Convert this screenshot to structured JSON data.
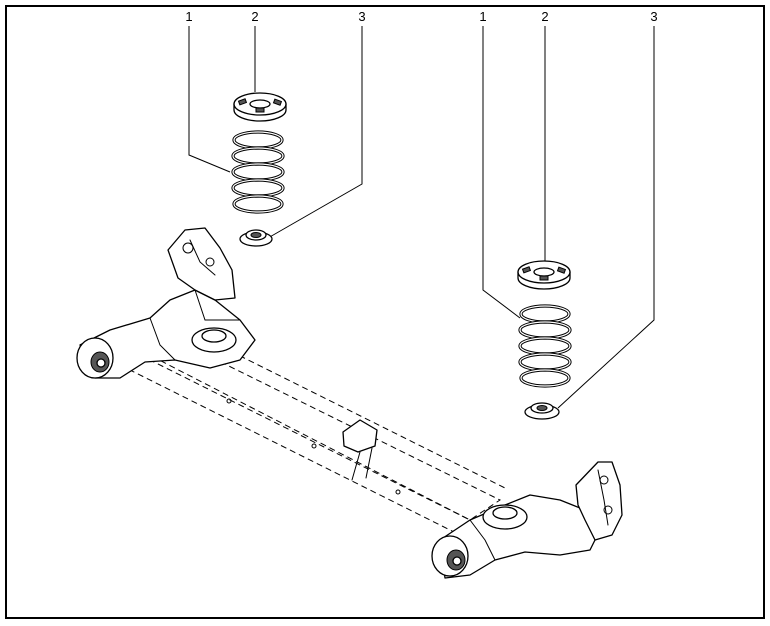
{
  "figure": {
    "callouts": [
      {
        "id": "left-1",
        "text": "1"
      },
      {
        "id": "left-2",
        "text": "2"
      },
      {
        "id": "left-3",
        "text": "3"
      },
      {
        "id": "right-1",
        "text": "1"
      },
      {
        "id": "right-2",
        "text": "2"
      },
      {
        "id": "right-3",
        "text": "3"
      }
    ],
    "parts": [
      "coil-spring",
      "upper-spring-seat",
      "lower-spring-insulator",
      "rear-axle-beam"
    ]
  }
}
